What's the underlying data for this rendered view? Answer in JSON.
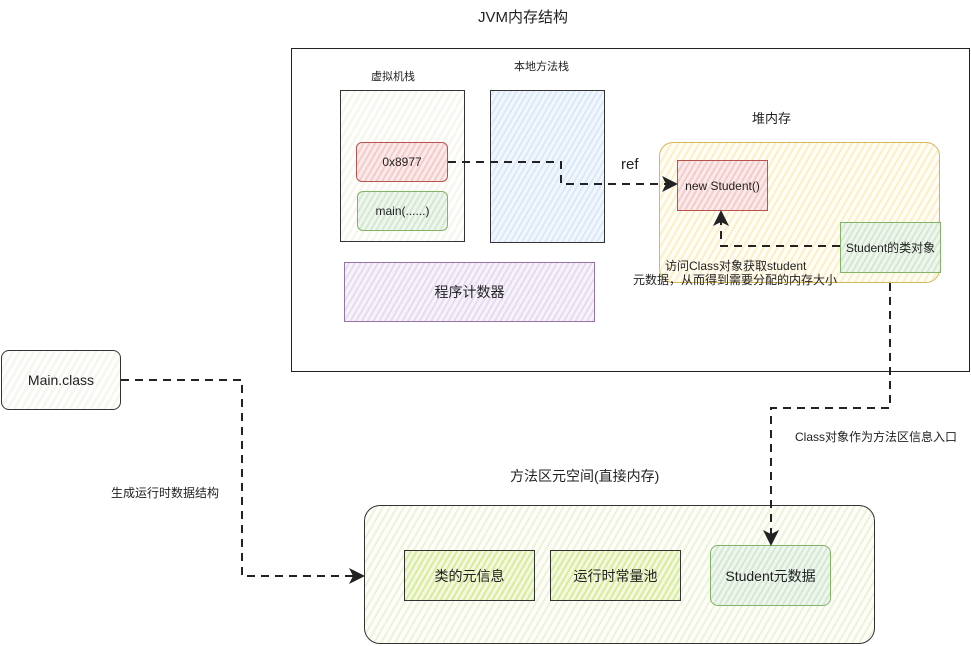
{
  "title": "JVM内存结构",
  "jvm_memory": {
    "vm_stack": {
      "label": "虚拟机栈",
      "frames": [
        {
          "text": "0x8977",
          "color": "#b85450"
        },
        {
          "text": "main(......)",
          "color": "#82b366"
        }
      ]
    },
    "native_stack": {
      "label": "本地方法栈"
    },
    "program_counter": {
      "label": "程序计数器"
    },
    "heap": {
      "label": "堆内存",
      "object": "new Student()",
      "class_object": "Student的类对象",
      "note_line1": "访问Class对象获取student",
      "note_line2": "元数据，从而得到需要分配的内存大小"
    },
    "ref_label": "ref"
  },
  "main_class": {
    "label": "Main.class"
  },
  "edge_labels": {
    "generate": "生成运行时数据结构",
    "class_entry": "Class对象作为方法区信息入口"
  },
  "method_area": {
    "label": "方法区元空间(直接内存)",
    "items": [
      "类的元信息",
      "运行时常量池",
      "Student元数据"
    ]
  },
  "colors": {
    "red": "#b85450",
    "green": "#82b366",
    "yellow": "#d6b656",
    "purple": "#9673a6",
    "blue": "#6c8ebf",
    "dark": "#333333"
  }
}
